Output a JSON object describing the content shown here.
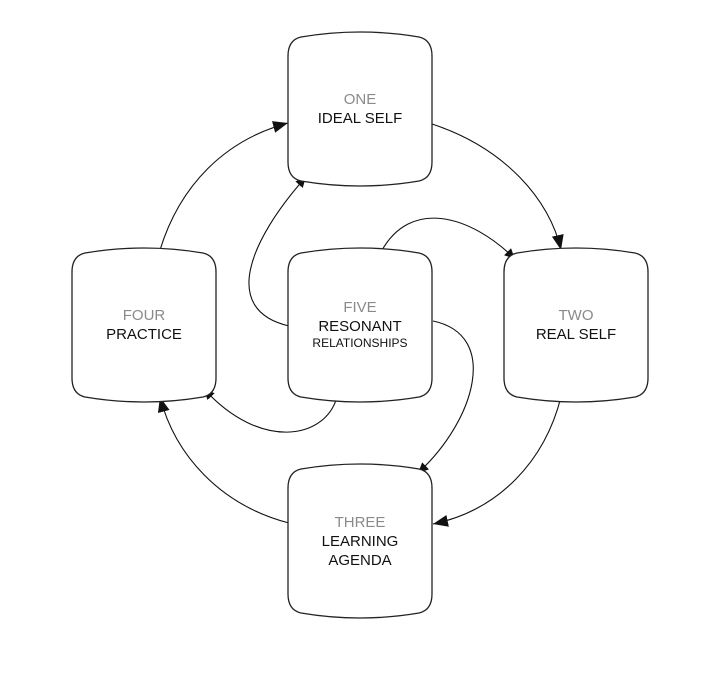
{
  "diagram": {
    "nodes": {
      "one": {
        "number": "ONE",
        "line1": "IDEAL SELF"
      },
      "two": {
        "number": "TWO",
        "line1": "REAL SELF"
      },
      "three": {
        "number": "THREE",
        "line1": "LEARNING",
        "line2": "AGENDA"
      },
      "four": {
        "number": "FOUR",
        "line1": "PRACTICE"
      },
      "five": {
        "number": "FIVE",
        "line1": "RESONANT",
        "line2": "RELATIONSHIPS"
      }
    },
    "edges": [
      {
        "from": "one",
        "to": "two"
      },
      {
        "from": "two",
        "to": "three"
      },
      {
        "from": "three",
        "to": "four"
      },
      {
        "from": "four",
        "to": "one"
      },
      {
        "from": "five",
        "to": "one"
      },
      {
        "from": "five",
        "to": "two"
      },
      {
        "from": "five",
        "to": "three"
      },
      {
        "from": "five",
        "to": "four"
      }
    ]
  }
}
